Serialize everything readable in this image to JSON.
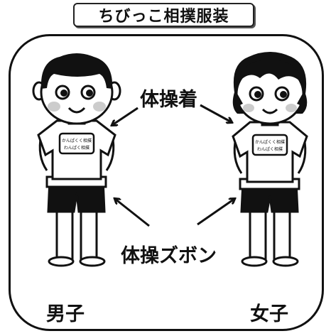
{
  "title": "ちびっこ相撲服装",
  "labels": {
    "top": "体操着",
    "bottom": "体操ズボン",
    "boy": "男子",
    "girl": "女子"
  },
  "shirt_text": {
    "line1": "かんぱくく相撲",
    "line2": "わんぱく相撲"
  },
  "colors": {
    "outline": "#111111",
    "background": "#ffffff",
    "cheek": "#cccccc"
  }
}
